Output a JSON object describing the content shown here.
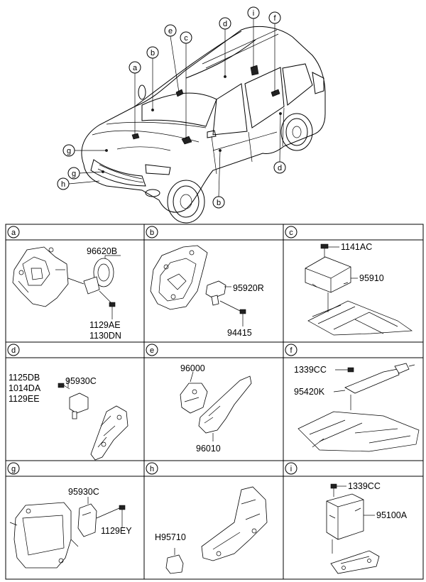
{
  "callouts": {
    "car": {
      "a": "a",
      "b_top": "b",
      "e": "e",
      "c": "c",
      "d_top": "d",
      "i": "i",
      "f": "f",
      "g_upper": "g",
      "g_lower": "g",
      "h": "h",
      "b_bottom": "b",
      "d_right": "d"
    },
    "panels": {
      "a": "a",
      "b": "b",
      "c": "c",
      "d": "d",
      "e": "e",
      "f": "f",
      "g": "g",
      "h": "h",
      "i": "i"
    }
  },
  "parts": {
    "a": {
      "p1": "96620B",
      "p2": "1129AE",
      "p3": "1130DN"
    },
    "b": {
      "p1": "95920R",
      "p2": "94415"
    },
    "c": {
      "p1": "1141AC",
      "p2": "95910"
    },
    "d": {
      "p1": "1125DB",
      "p2": "1014DA",
      "p3": "1129EE",
      "p4": "95930C"
    },
    "e": {
      "p1": "96000",
      "p2": "96010"
    },
    "f": {
      "p1": "1339CC",
      "p2": "95420K"
    },
    "g": {
      "p1": "95930C",
      "p2": "1129EY"
    },
    "h": {
      "p1": "H95710"
    },
    "i": {
      "p1": "1339CC",
      "p2": "95100A"
    }
  }
}
